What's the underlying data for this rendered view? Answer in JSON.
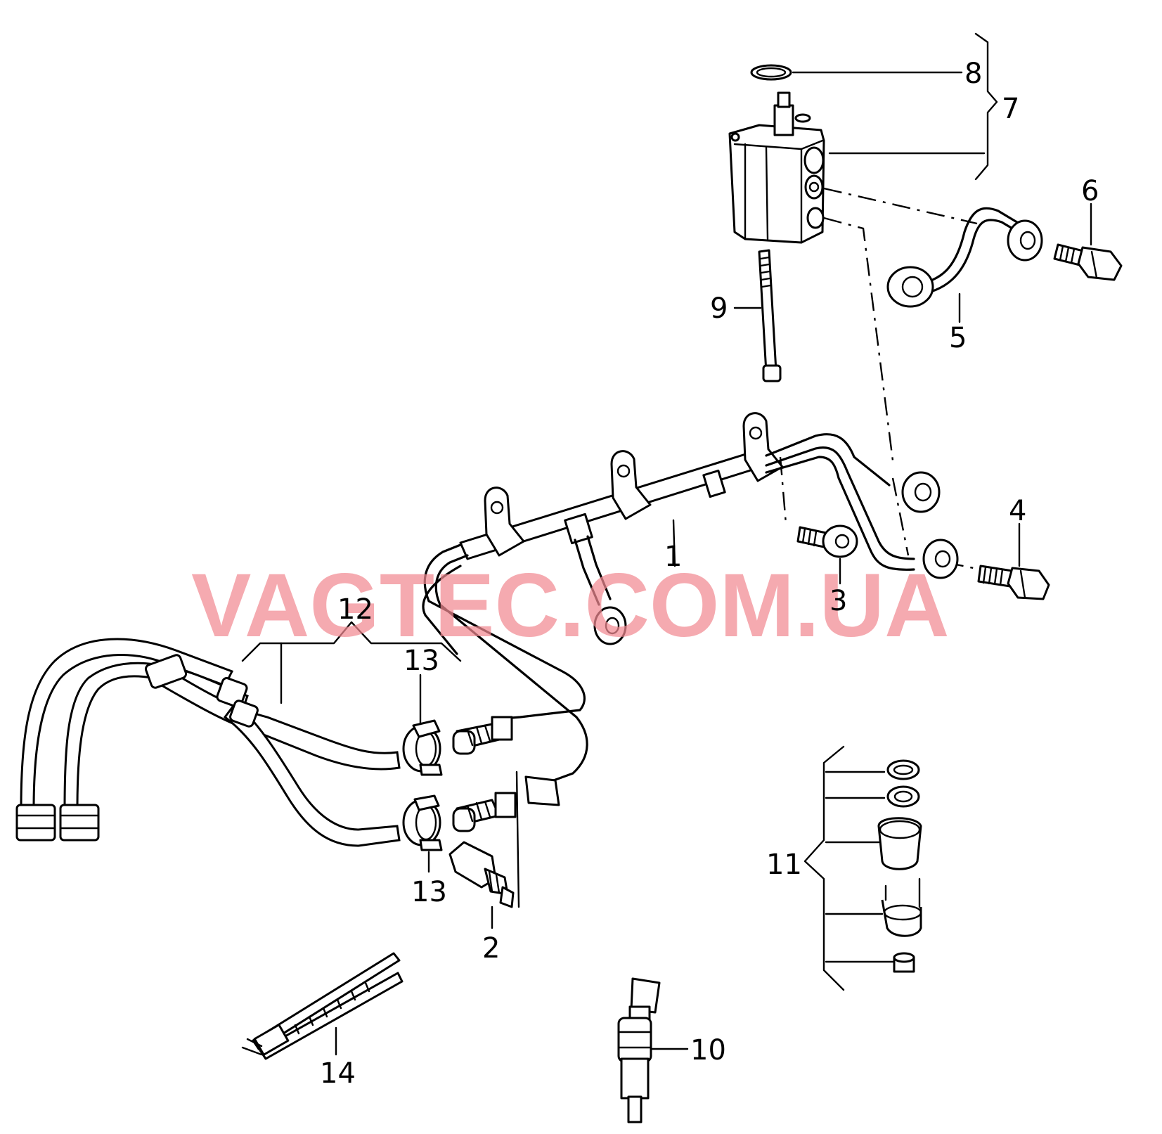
{
  "callouts": {
    "c1": "1",
    "c2": "2",
    "c3": "3",
    "c4": "4",
    "c5": "5",
    "c6": "6",
    "c7": "7",
    "c8": "8",
    "c9": "9",
    "c10": "10",
    "c11": "11",
    "c12": "12",
    "c13a": "13",
    "c13b": "13",
    "c14": "14"
  },
  "watermark": "VAGTEC.COM.UA"
}
